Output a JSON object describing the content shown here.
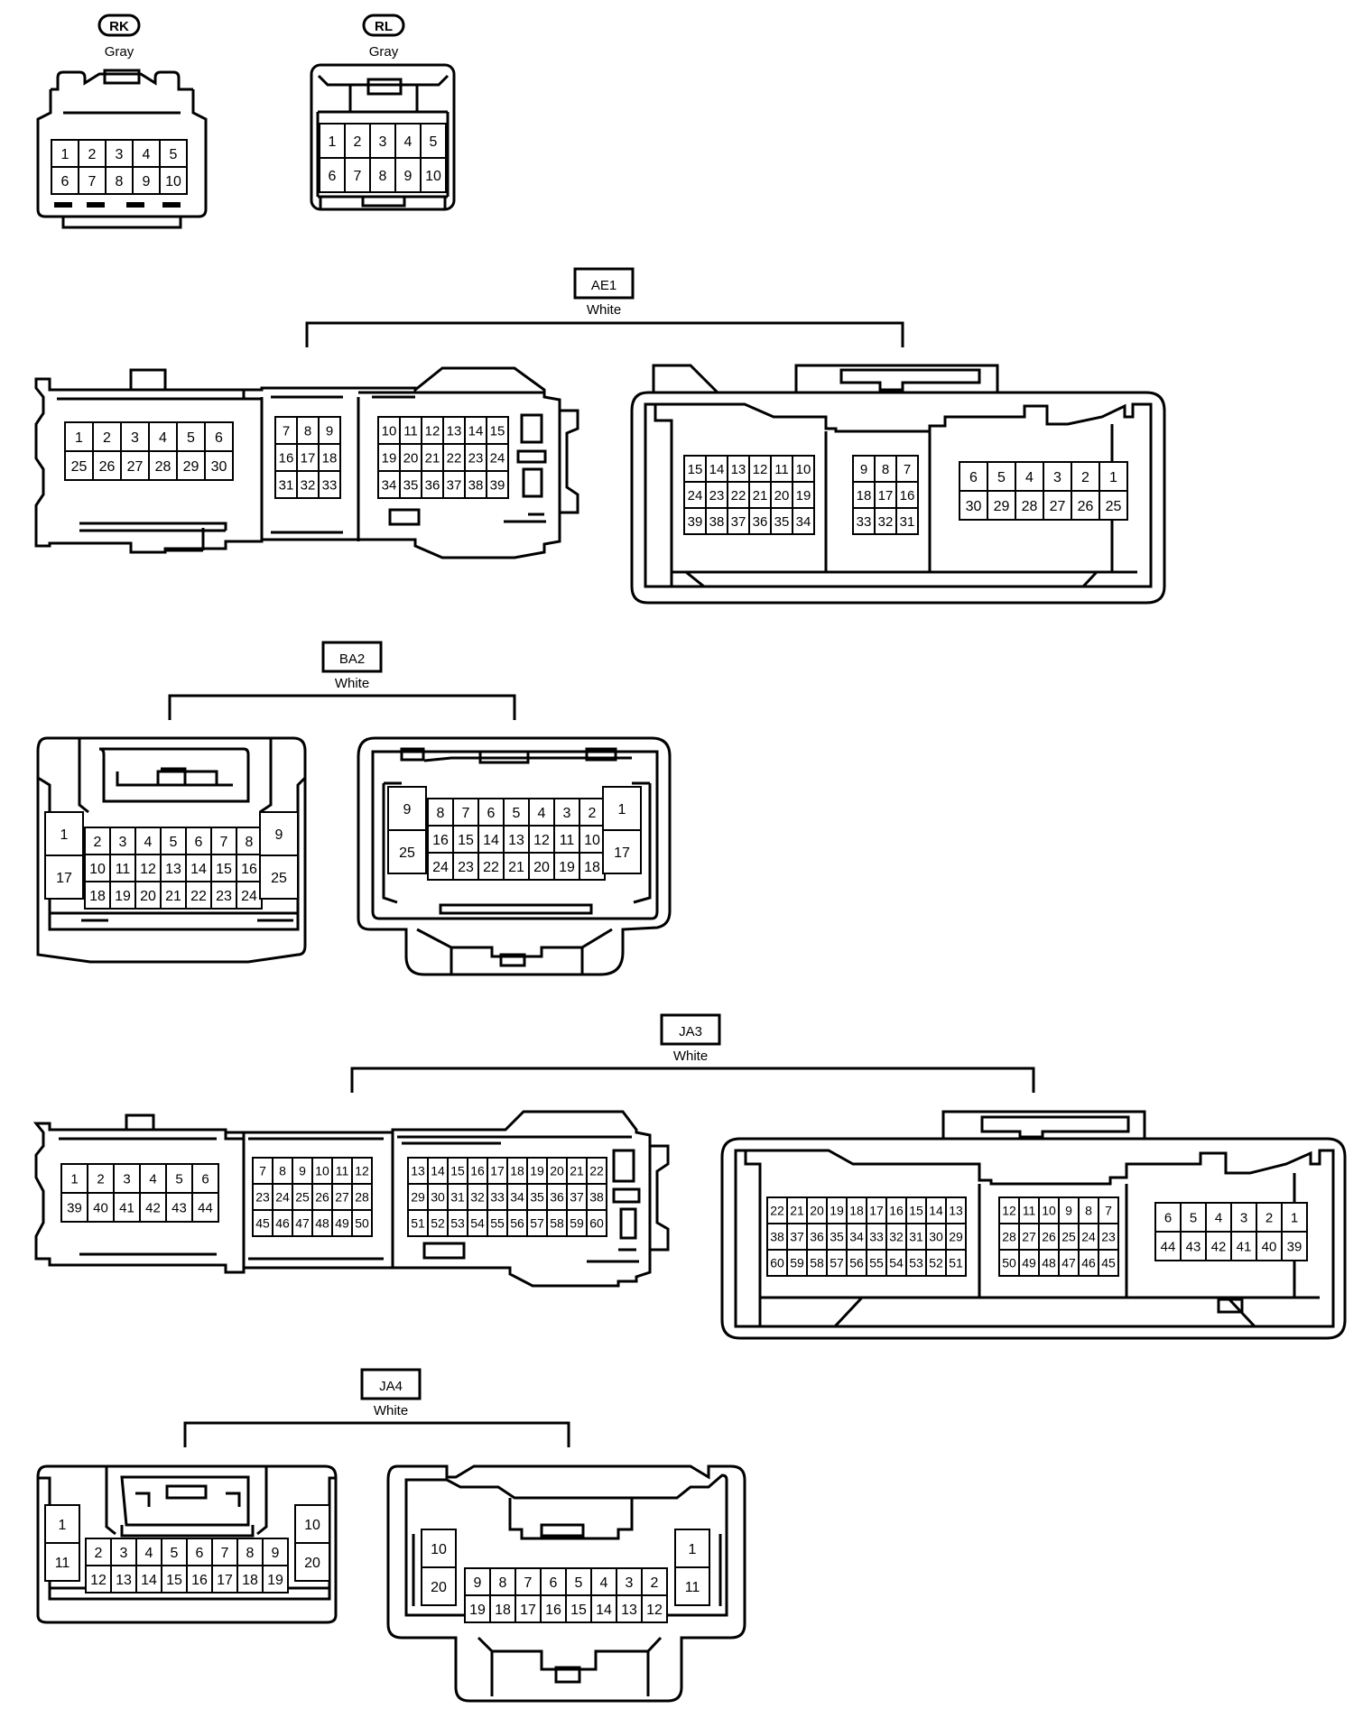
{
  "connectors": {
    "RK": {
      "code": "RK",
      "color": "Gray",
      "rows": [
        [
          "1",
          "2",
          "3",
          "4",
          "5"
        ],
        [
          "6",
          "7",
          "8",
          "9",
          "10"
        ]
      ]
    },
    "RL": {
      "code": "RL",
      "color": "Gray",
      "rows": [
        [
          "1",
          "2",
          "3",
          "4",
          "5"
        ],
        [
          "6",
          "7",
          "8",
          "9",
          "10"
        ]
      ]
    },
    "AE1": {
      "code": "AE1",
      "color": "White",
      "left": {
        "g1": [
          [
            "1",
            "2",
            "3",
            "4",
            "5",
            "6"
          ],
          [
            "25",
            "26",
            "27",
            "28",
            "29",
            "30"
          ]
        ],
        "g2": [
          [
            "7",
            "8",
            "9"
          ],
          [
            "16",
            "17",
            "18"
          ],
          [
            "31",
            "32",
            "33"
          ]
        ],
        "g3": [
          [
            "10",
            "11",
            "12",
            "13",
            "14",
            "15"
          ],
          [
            "19",
            "20",
            "21",
            "22",
            "23",
            "24"
          ],
          [
            "34",
            "35",
            "36",
            "37",
            "38",
            "39"
          ]
        ]
      },
      "right": {
        "g1": [
          [
            "15",
            "14",
            "13",
            "12",
            "11",
            "10"
          ],
          [
            "24",
            "23",
            "22",
            "21",
            "20",
            "19"
          ],
          [
            "39",
            "38",
            "37",
            "36",
            "35",
            "34"
          ]
        ],
        "g2": [
          [
            "9",
            "8",
            "7"
          ],
          [
            "18",
            "17",
            "16"
          ],
          [
            "33",
            "32",
            "31"
          ]
        ],
        "g3": [
          [
            "6",
            "5",
            "4",
            "3",
            "2",
            "1"
          ],
          [
            "30",
            "29",
            "28",
            "27",
            "26",
            "25"
          ]
        ]
      }
    },
    "BA2": {
      "code": "BA2",
      "color": "White",
      "left": {
        "side_l": [
          "1",
          "17"
        ],
        "grid": [
          [
            "2",
            "3",
            "4",
            "5",
            "6",
            "7",
            "8"
          ],
          [
            "10",
            "11",
            "12",
            "13",
            "14",
            "15",
            "16"
          ],
          [
            "18",
            "19",
            "20",
            "21",
            "22",
            "23",
            "24"
          ]
        ],
        "side_r": [
          "9",
          "25"
        ]
      },
      "right": {
        "side_l": [
          "9",
          "25"
        ],
        "grid": [
          [
            "8",
            "7",
            "6",
            "5",
            "4",
            "3",
            "2"
          ],
          [
            "16",
            "15",
            "14",
            "13",
            "12",
            "11",
            "10"
          ],
          [
            "24",
            "23",
            "22",
            "21",
            "20",
            "19",
            "18"
          ]
        ],
        "side_r": [
          "1",
          "17"
        ]
      }
    },
    "JA3": {
      "code": "JA3",
      "color": "White",
      "left": {
        "g1": [
          [
            "1",
            "2",
            "3",
            "4",
            "5",
            "6"
          ],
          [
            "39",
            "40",
            "41",
            "42",
            "43",
            "44"
          ]
        ],
        "g2": [
          [
            "7",
            "8",
            "9",
            "10",
            "11",
            "12"
          ],
          [
            "23",
            "24",
            "25",
            "26",
            "27",
            "28"
          ],
          [
            "45",
            "46",
            "47",
            "48",
            "49",
            "50"
          ]
        ],
        "g3": [
          [
            "13",
            "14",
            "15",
            "16",
            "17",
            "18",
            "19",
            "20",
            "21",
            "22"
          ],
          [
            "29",
            "30",
            "31",
            "32",
            "33",
            "34",
            "35",
            "36",
            "37",
            "38"
          ],
          [
            "51",
            "52",
            "53",
            "54",
            "55",
            "56",
            "57",
            "58",
            "59",
            "60"
          ]
        ]
      },
      "right": {
        "g1": [
          [
            "22",
            "21",
            "20",
            "19",
            "18",
            "17",
            "16",
            "15",
            "14",
            "13"
          ],
          [
            "38",
            "37",
            "36",
            "35",
            "34",
            "33",
            "32",
            "31",
            "30",
            "29"
          ],
          [
            "60",
            "59",
            "58",
            "57",
            "56",
            "55",
            "54",
            "53",
            "52",
            "51"
          ]
        ],
        "g2": [
          [
            "12",
            "11",
            "10",
            "9",
            "8",
            "7"
          ],
          [
            "28",
            "27",
            "26",
            "25",
            "24",
            "23"
          ],
          [
            "50",
            "49",
            "48",
            "47",
            "46",
            "45"
          ]
        ],
        "g3": [
          [
            "6",
            "5",
            "4",
            "3",
            "2",
            "1"
          ],
          [
            "44",
            "43",
            "42",
            "41",
            "40",
            "39"
          ]
        ]
      }
    },
    "JA4": {
      "code": "JA4",
      "color": "White",
      "left": {
        "side_l": [
          "1",
          "11"
        ],
        "grid": [
          [
            "2",
            "3",
            "4",
            "5",
            "6",
            "7",
            "8",
            "9"
          ],
          [
            "12",
            "13",
            "14",
            "15",
            "16",
            "17",
            "18",
            "19"
          ]
        ],
        "side_r": [
          "10",
          "20"
        ]
      },
      "right": {
        "side_l": [
          "10",
          "20"
        ],
        "grid": [
          [
            "9",
            "8",
            "7",
            "6",
            "5",
            "4",
            "3",
            "2"
          ],
          [
            "19",
            "18",
            "17",
            "16",
            "15",
            "14",
            "13",
            "12"
          ]
        ],
        "side_r": [
          "1",
          "11"
        ]
      }
    }
  }
}
